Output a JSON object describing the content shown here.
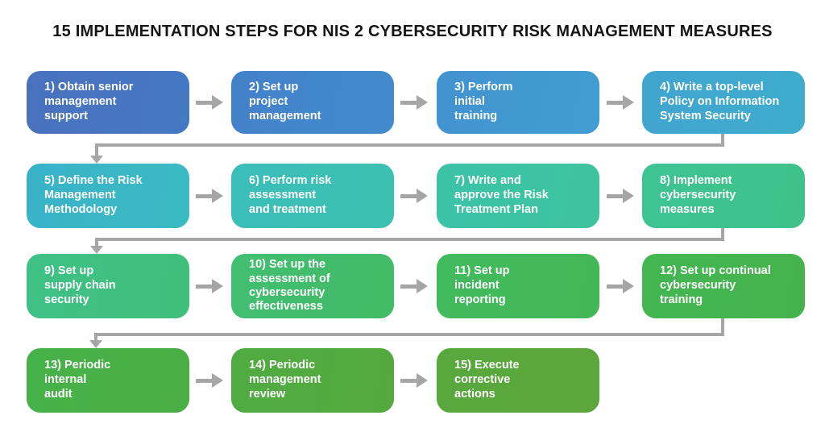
{
  "title": "15 IMPLEMENTATION STEPS FOR NIS 2 CYBERSECURITY RISK MANAGEMENT MEASURES",
  "connector_color": "#a6a6a6",
  "text_color": "#ffffff",
  "steps": [
    {
      "id": 1,
      "label": "1) Obtain senior\nmanagement\nsupport",
      "color_start": "#4a71bd",
      "color_end": "#4479c4"
    },
    {
      "id": 2,
      "label": "2) Set up\nproject\nmanagement",
      "color_start": "#4381c9",
      "color_end": "#428bcd"
    },
    {
      "id": 3,
      "label": "3) Perform\ninitial\ntraining",
      "color_start": "#4293d0",
      "color_end": "#419dd2"
    },
    {
      "id": 4,
      "label": "4) Write a top-level\nPolicy on Information\nSystem Security",
      "color_start": "#41a4d1",
      "color_end": "#3eadcc"
    },
    {
      "id": 5,
      "label": "5) Define the Risk\nManagement\nMethodology",
      "color_start": "#39b2c9",
      "color_end": "#3abbc2"
    },
    {
      "id": 6,
      "label": "6) Perform risk\nassessment\nand treatment",
      "color_start": "#3bbdba",
      "color_end": "#3cc1b0"
    },
    {
      "id": 7,
      "label": "7) Write and\napprove the Risk\nTreatment Plan",
      "color_start": "#3cc2a8",
      "color_end": "#3dc49d"
    },
    {
      "id": 8,
      "label": "8) Implement\ncybersecurity\nmeasures",
      "color_start": "#3ec494",
      "color_end": "#3fc289"
    },
    {
      "id": 9,
      "label": "9) Set up\nsupply chain\nsecurity",
      "color_start": "#3fc187",
      "color_end": "#40bf79"
    },
    {
      "id": 10,
      "label": "10) Set up the\nassessment of\ncybersecurity\neffectiveness",
      "color_start": "#41be71",
      "color_end": "#42bb65"
    },
    {
      "id": 11,
      "label": "11) Set up\nincident\nreporting",
      "color_start": "#42ba5e",
      "color_end": "#43b755"
    },
    {
      "id": 12,
      "label": "12) Set up continual\ncybersecurity\ntraining",
      "color_start": "#44b652",
      "color_end": "#45b34b"
    },
    {
      "id": 13,
      "label": "13) Periodic\ninternal\naudit",
      "color_start": "#46b24a",
      "color_end": "#4bae44"
    },
    {
      "id": 14,
      "label": "14) Periodic\nmanagement\nreview",
      "color_start": "#4fac41",
      "color_end": "#55a93e"
    },
    {
      "id": 15,
      "label": "15) Execute\ncorrective\nactions",
      "color_start": "#57a83d",
      "color_end": "#5ca73c"
    }
  ]
}
